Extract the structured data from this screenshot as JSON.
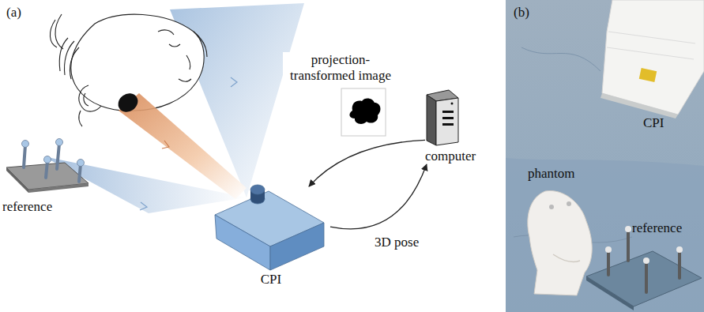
{
  "diagram": {
    "nodes": [
      {
        "text": [
          "reference"
        ]
      },
      {
        "text": [
          "CPI"
        ]
      },
      {
        "text": [
          "computer"
        ]
      }
    ],
    "edges": [
      {
        "from": 2,
        "to": 1,
        "arrow": "to",
        "label": "projection-transformed image"
      },
      {
        "from": 1,
        "to": 2,
        "arrow": "to",
        "label": "3D pose"
      }
    ],
    "labels": [
      "(a)",
      "(b)",
      "phantom",
      "CPI",
      "reference"
    ]
  }
}
